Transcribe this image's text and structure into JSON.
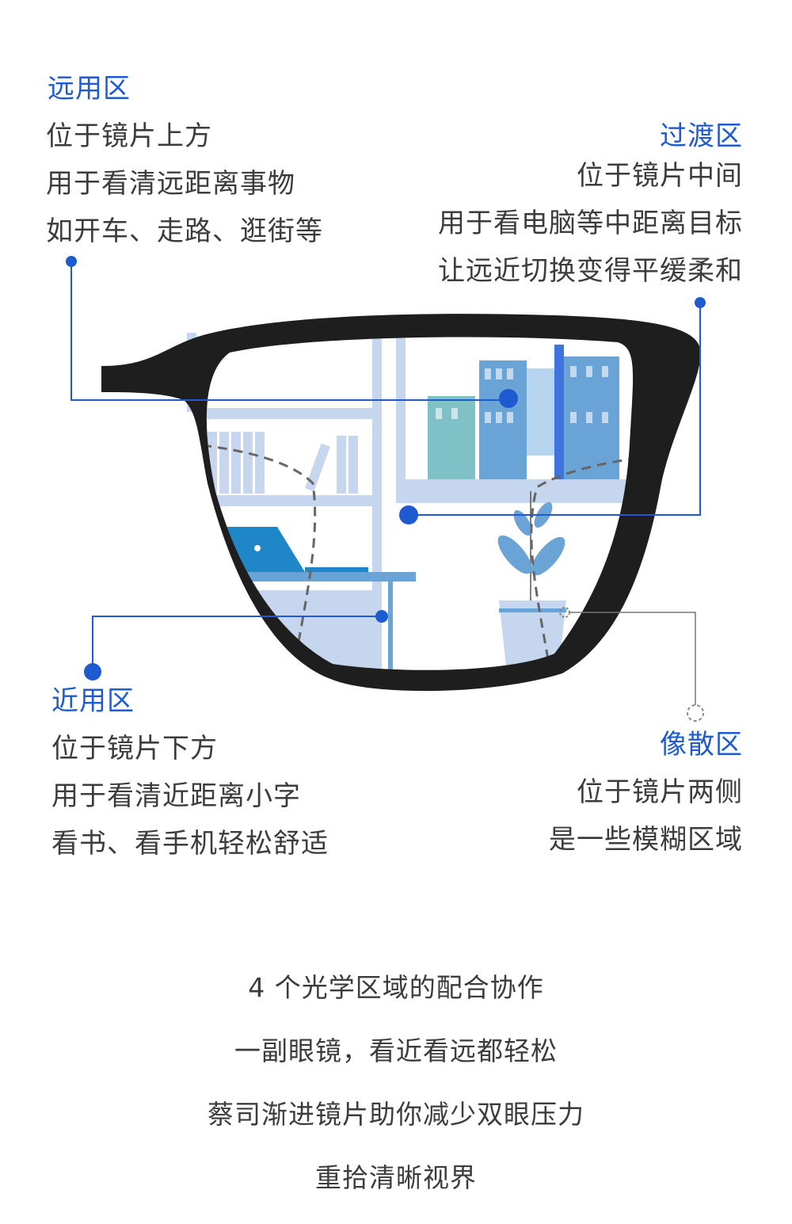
{
  "zones": {
    "far": {
      "title": "远用区",
      "lines": [
        "位于镜片上方",
        "用于看清远距离事物",
        "如开车、走路、逛街等"
      ]
    },
    "intermediate": {
      "title": "过渡区",
      "lines": [
        "位于镜片中间",
        "用于看电脑等中距离目标",
        "让远近切换变得平缓柔和"
      ]
    },
    "near": {
      "title": "近用区",
      "lines": [
        "位于镜片下方",
        "用于看清近距离小字",
        "看书、看手机轻松舒适"
      ]
    },
    "astigmatism": {
      "title": "像散区",
      "lines": [
        "位于镜片两侧",
        "是一些模糊区域"
      ]
    }
  },
  "footer": {
    "lines": [
      "4 个光学区域的配合协作",
      "一副眼镜，看近看远都轻松",
      "蔡司渐进镜片助你减少双眼压力",
      "重拾清晰视界"
    ]
  },
  "colors": {
    "accent": "#1f5bd0",
    "frame": "#1e1e1e",
    "scene_light": "#c5d6ee",
    "scene_mid": "#6aa3d5",
    "text": "#3c3c3c"
  }
}
